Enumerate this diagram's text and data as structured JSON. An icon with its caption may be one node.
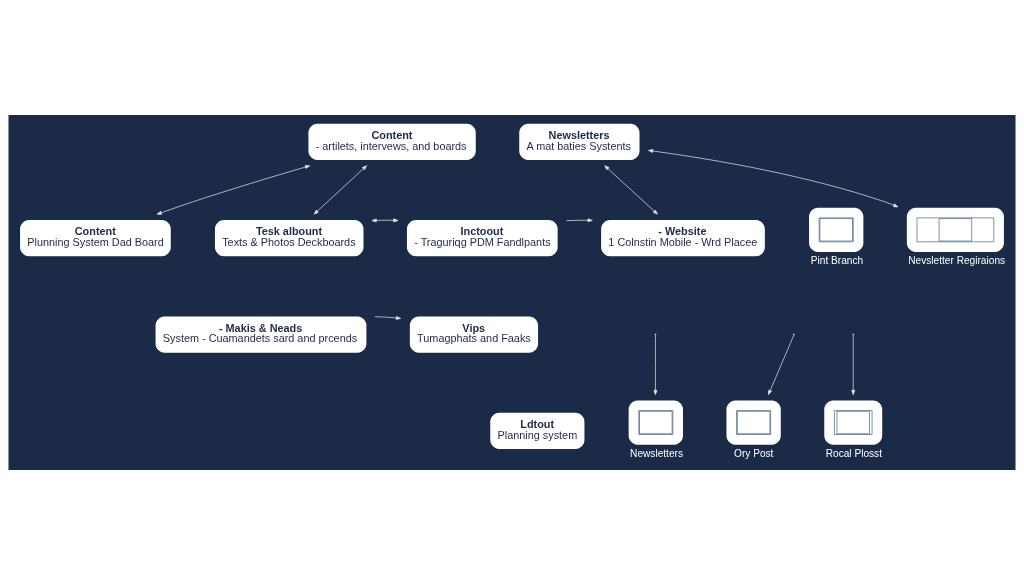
{
  "diagram": {
    "nodes": [
      {
        "text": [
          "Content",
          "- artilets, intervews, and boards"
        ]
      },
      {
        "text": [
          "Content",
          "Plunning System Dad Board"
        ]
      },
      {
        "text": [
          "Tesk albount",
          "Texts & Photos Deckboards"
        ]
      },
      {
        "text": [
          "Inctoout",
          "- Traguriqg PDM Fandlpants"
        ]
      },
      {
        "text": [
          "- Website",
          "1 Colnstin Mobile - Wrd Placee"
        ]
      },
      {
        "text": [
          "Newsletters",
          "A mat baties Systents"
        ]
      },
      {
        "text": [],
        "shape": "picture",
        "beside": [
          "Pint Branch"
        ]
      },
      {
        "text": [],
        "shape": "picture",
        "beside": [
          "Nevsletter Regiraions"
        ]
      },
      {
        "text": [
          "- Makis & Neads",
          "System - Cuamandets sard and prcends"
        ]
      },
      {
        "text": [
          "Vips",
          "Tumagphats and Faaks"
        ]
      },
      {
        "text": [
          "Ldtout",
          "Planning system"
        ]
      },
      {
        "text": [],
        "shape": "picture",
        "beside": [
          "Newsletters"
        ]
      },
      {
        "text": [],
        "shape": "picture",
        "beside": [
          "Ory Post"
        ]
      },
      {
        "text": [],
        "shape": "picture",
        "beside": [
          "Rocal Plosst"
        ]
      }
    ],
    "edges": [
      {
        "from": 0,
        "to": 1,
        "arrow": "both"
      },
      {
        "from": 0,
        "to": 2,
        "arrow": "both"
      },
      {
        "from": 2,
        "to": 3,
        "arrow": "both"
      },
      {
        "from": 3,
        "to": 4,
        "arrow": "to"
      },
      {
        "from": 5,
        "to": 4,
        "arrow": "both"
      },
      {
        "from": 5,
        "to": 7,
        "arrow": "both"
      },
      {
        "from": 8,
        "to": 9,
        "arrow": "to"
      },
      {
        "from": null,
        "to": 11,
        "arrow": "to"
      },
      {
        "from": null,
        "to": 12,
        "arrow": "to"
      },
      {
        "from": null,
        "to": 13,
        "arrow": "to"
      }
    ]
  }
}
